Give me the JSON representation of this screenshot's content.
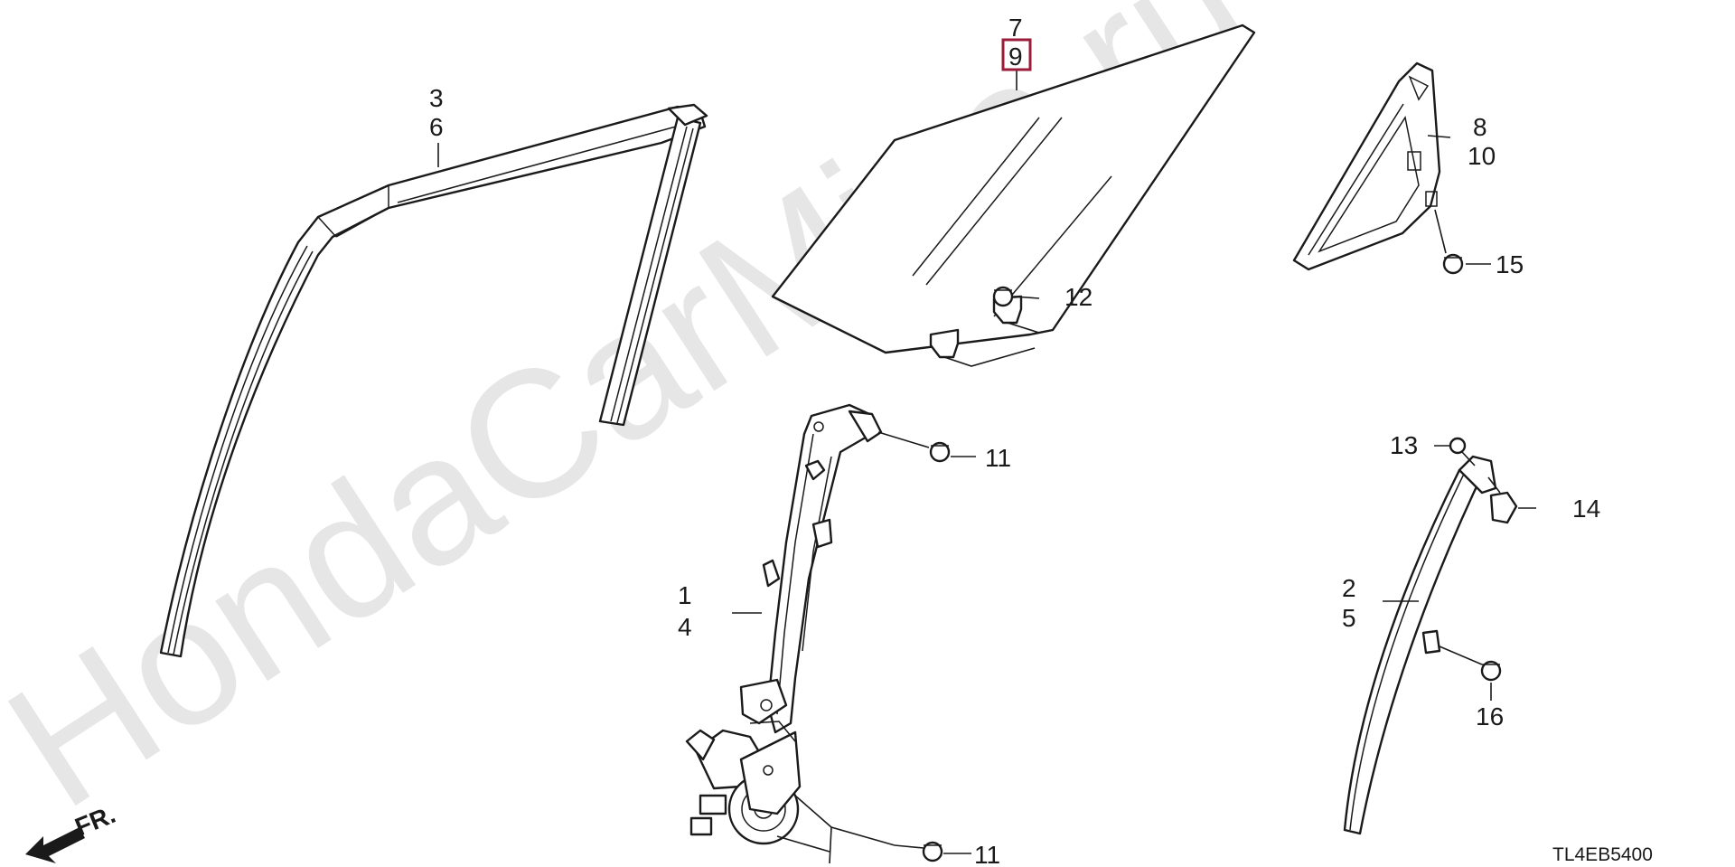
{
  "watermark": "HondaCarMine.ru",
  "diagram_code": "TL4EB5400",
  "front_arrow_label": "FR.",
  "highlight_color": "#9b1b3a",
  "callouts": {
    "c3": "3",
    "c6": "6",
    "c7": "7",
    "c9": "9",
    "c8": "8",
    "c10": "10",
    "c15": "15",
    "c12": "12",
    "c11a": "11",
    "c11b": "11",
    "c1": "1",
    "c4": "4",
    "c13": "13",
    "c14": "14",
    "c2": "2",
    "c5": "5",
    "c16": "16"
  }
}
